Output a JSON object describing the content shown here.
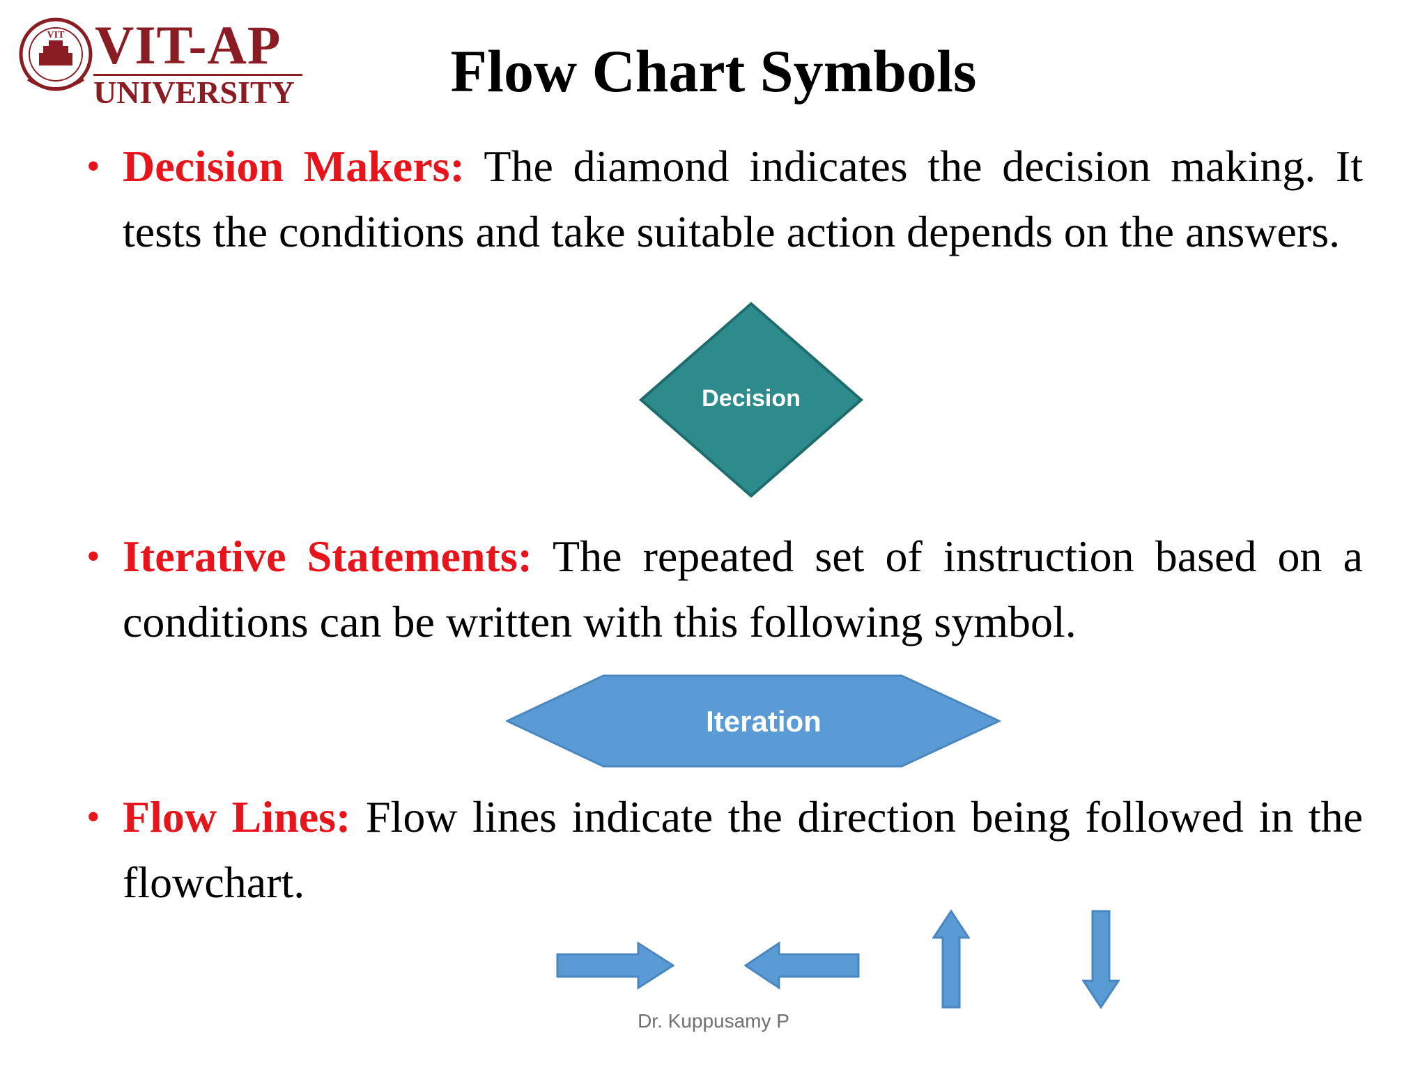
{
  "logo": {
    "seal_text": "VIT",
    "name_line1": "VIT-AP",
    "name_line2": "UNIVERSITY",
    "brand_color": "#8a1d24"
  },
  "title": "Flow Chart Symbols",
  "bullets": [
    {
      "term": "Decision Makers:",
      "text": " The diamond indicates the decision making. It tests the conditions and take suitable action depends on the answers."
    },
    {
      "term": "Iterative Statements:",
      "text": " The repeated set of instruction based on a conditions can be written with this following symbol."
    },
    {
      "term": "Flow Lines:",
      "text": " Flow lines indicate the direction being followed in the flowchart."
    }
  ],
  "shapes": {
    "decision_label": "Decision",
    "decision_color": "#2e8b8b",
    "iteration_label": "Iteration",
    "iteration_color": "#5b9bd5"
  },
  "arrows": [
    "arrow-right-icon",
    "arrow-left-icon",
    "arrow-up-icon",
    "arrow-down-icon"
  ],
  "footer": "Dr. Kuppusamy P",
  "colors": {
    "term_red": "#e8141b",
    "text": "#000000"
  }
}
